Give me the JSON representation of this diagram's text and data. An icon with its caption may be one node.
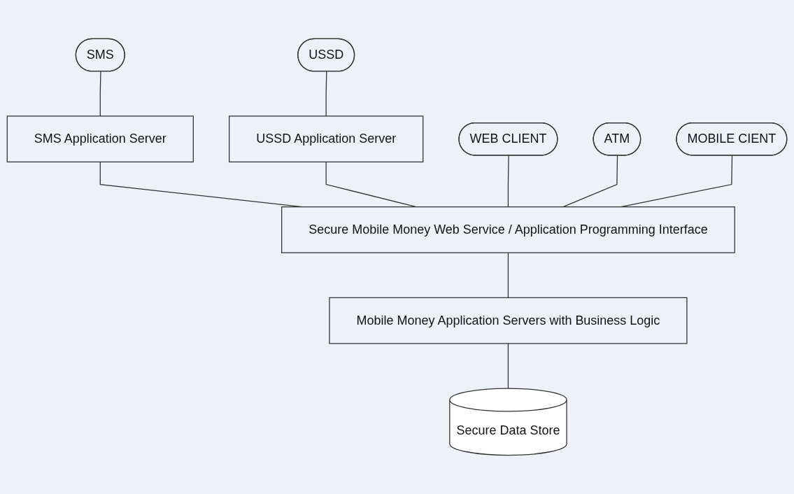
{
  "diagram": {
    "nodes": [
      {
        "text": [
          "SMS"
        ]
      },
      {
        "text": [
          "USSD"
        ]
      },
      {
        "text": [
          "WEB CLIENT"
        ]
      },
      {
        "text": [
          "ATM"
        ]
      },
      {
        "text": [
          "MOBILE CIENT"
        ]
      },
      {
        "text": [
          "SMS Application Server"
        ]
      },
      {
        "text": [
          "USSD Application Server"
        ]
      },
      {
        "text": [
          "Secure Mobile Money Web Service / Application Programming Interface"
        ]
      },
      {
        "text": [
          "Mobile Money Application Servers with Business Logic"
        ]
      },
      {
        "text": [
          "Secure Data Store"
        ]
      }
    ],
    "edges": [
      {
        "from": 0,
        "to": 5,
        "arrow": "none"
      },
      {
        "from": 5,
        "to": 7,
        "arrow": "none"
      },
      {
        "from": 1,
        "to": 6,
        "arrow": "none"
      },
      {
        "from": 6,
        "to": 7,
        "arrow": "none"
      },
      {
        "from": 2,
        "to": 7,
        "arrow": "none"
      },
      {
        "from": 3,
        "to": 7,
        "arrow": "none"
      },
      {
        "from": 4,
        "to": 7,
        "arrow": "none"
      },
      {
        "from": 7,
        "to": 8,
        "arrow": "none"
      },
      {
        "from": 8,
        "to": 9,
        "arrow": "none"
      }
    ]
  }
}
